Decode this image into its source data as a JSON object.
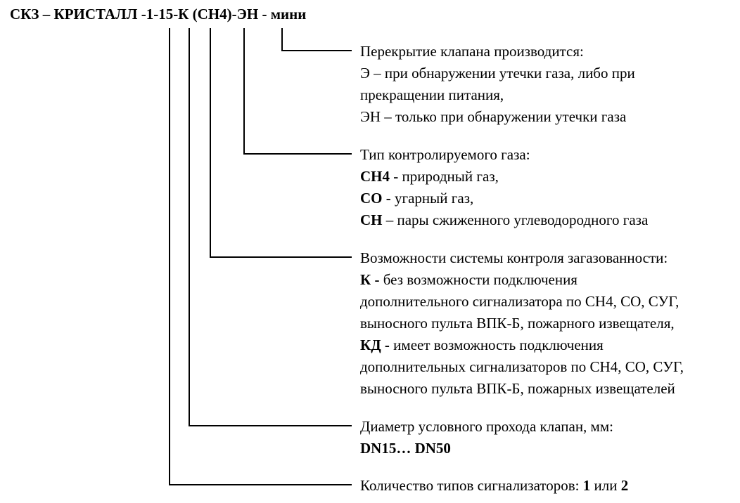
{
  "title": "СКЗ – КРИСТАЛЛ -1-15-К (СН4)-ЭН - мини",
  "blocks": {
    "valve": {
      "heading": "Перекрытие клапана производится:",
      "line1_code": "Э",
      "line1_text": " – при обнаружении утечки газа, либо при",
      "line2_text": "прекращении питания,",
      "line3_code": "ЭН",
      "line3_text": " – только при обнаружении утечки газа"
    },
    "gas": {
      "heading": "Тип контролируемого газа:",
      "item1_code": "СН4 -",
      "item1_text": " природный газ,",
      "item2_code": "СО -",
      "item2_text": " угарный газ,",
      "item3_code": "СН",
      "item3_text": " – пары сжиженного углеводородного газа"
    },
    "system": {
      "heading": "Возможности системы контроля загазованности:",
      "k_code": "К -",
      "k_text": " без возможности подключения",
      "k_line2": "дополнительного сигнализатора по СН4, СО, СУГ,",
      "k_line3": "выносного пульта ВПК-Б, пожарного извещателя,",
      "kd_code": "КД -",
      "kd_text": " имеет возможность подключения",
      "kd_line2": "дополнительных сигнализаторов по СН4, СО, СУГ,",
      "kd_line3": "выносного пульта ВПК-Б, пожарных извещателей"
    },
    "diameter": {
      "heading": "Диаметр условного прохода клапан, мм:",
      "value": "DN15… DN50"
    },
    "count": {
      "heading": "Количество типов сигнализаторов: ",
      "v1": "1",
      "mid": " или ",
      "v2": "2"
    }
  }
}
